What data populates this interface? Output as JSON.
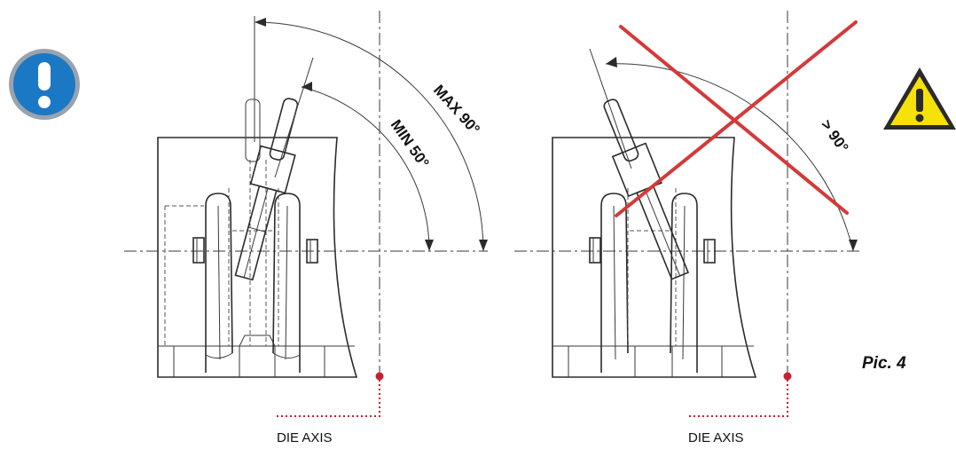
{
  "figure": {
    "left": {
      "max_label": "MAX 90°",
      "min_label": "MIN 50°",
      "axis_label": "DIE AXIS"
    },
    "right": {
      "angle_label": "> 90°",
      "axis_label": "DIE AXIS"
    },
    "caption": "Pic. 4"
  },
  "icons": {
    "left": "info-exclamation-icon",
    "right": "warning-triangle-icon"
  },
  "colors": {
    "info_blue": "#1b78c4",
    "warning_yellow": "#f7e10a",
    "cross_red": "#d23a3a",
    "leader_red": "#c8202e"
  }
}
